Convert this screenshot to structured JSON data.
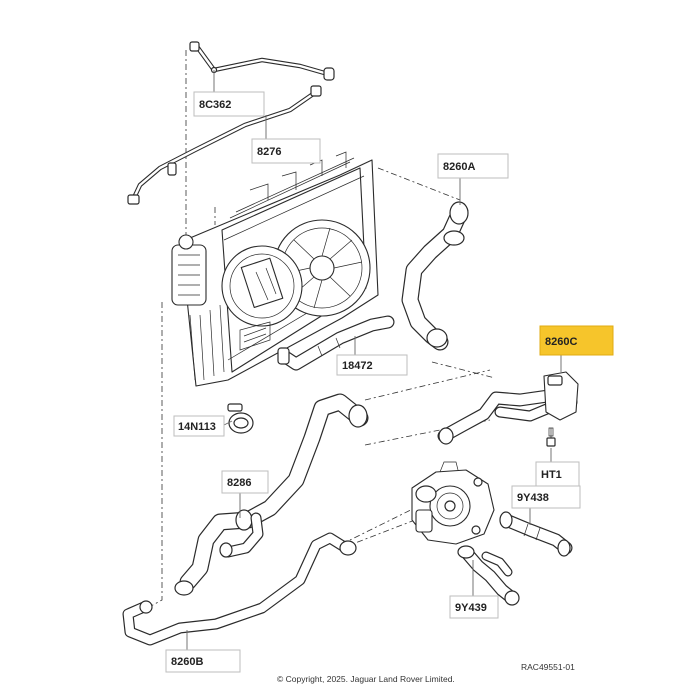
{
  "parts": [
    {
      "id": "8C362",
      "label": "8C362",
      "highlighted": false
    },
    {
      "id": "8276",
      "label": "8276",
      "highlighted": false
    },
    {
      "id": "8260A",
      "label": "8260A",
      "highlighted": false
    },
    {
      "id": "8260C",
      "label": "8260C",
      "highlighted": true
    },
    {
      "id": "18472",
      "label": "18472",
      "highlighted": false
    },
    {
      "id": "14N113",
      "label": "14N113",
      "highlighted": false
    },
    {
      "id": "HT1",
      "label": "HT1",
      "highlighted": false
    },
    {
      "id": "9Y438",
      "label": "9Y438",
      "highlighted": false
    },
    {
      "id": "8286",
      "label": "8286",
      "highlighted": false
    },
    {
      "id": "9Y439",
      "label": "9Y439",
      "highlighted": false
    },
    {
      "id": "8260B",
      "label": "8260B",
      "highlighted": false
    }
  ],
  "footer": {
    "copyright": "© Copyright, 2025. Jaguar Land Rover Limited.",
    "reference": "RAC49551-01"
  },
  "colors": {
    "highlight": "#f6c52b",
    "line": "#2b2b2b"
  }
}
